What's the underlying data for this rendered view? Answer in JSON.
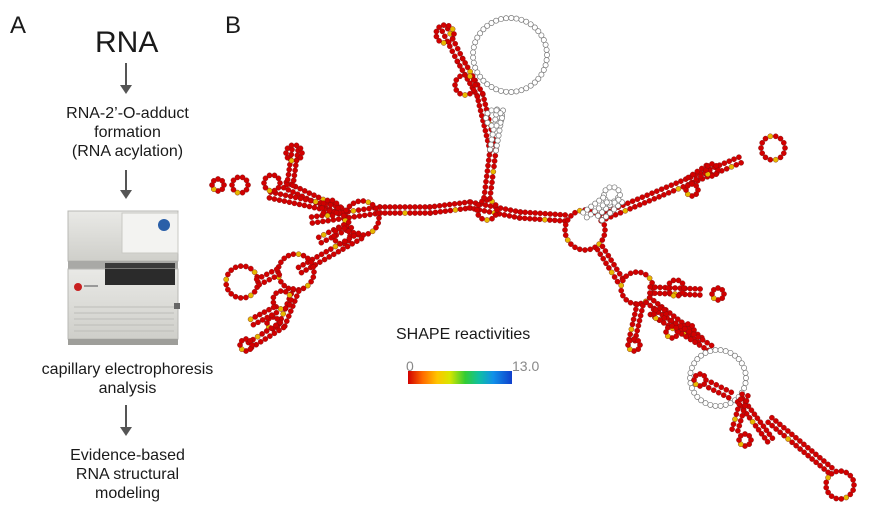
{
  "panels": {
    "a": "A",
    "b": "B"
  },
  "flow": {
    "rna": "RNA",
    "step1": "RNA-2’-O-adduct\nformation\n(RNA acylation)",
    "step2": "capillary electrophoresis\nanalysis",
    "step3": "Evidence-based\nRNA structural\nmodeling"
  },
  "legend": {
    "title": "SHAPE reactivities",
    "min": "0",
    "max": "13.0"
  },
  "colors": {
    "high_reactivity": "#d10000",
    "unpaired_outline": "#777777",
    "low_accent": "#e6b800"
  }
}
